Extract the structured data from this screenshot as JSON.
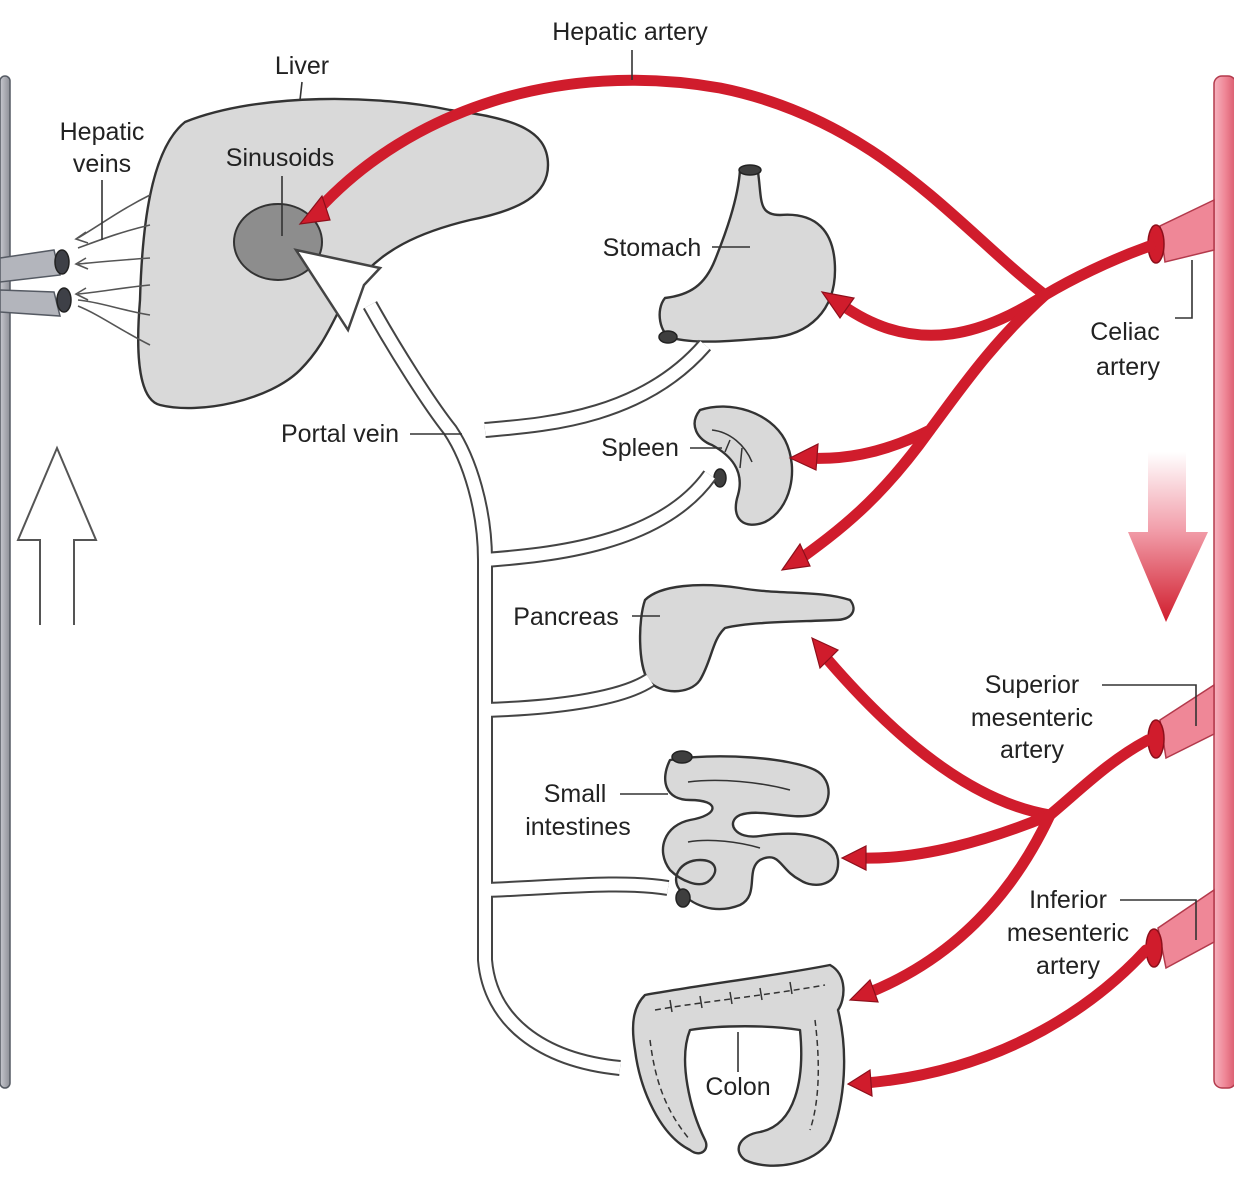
{
  "labels": {
    "hepatic_artery": "Hepatic artery",
    "liver": "Liver",
    "hepatic_veins_1": "Hepatic",
    "hepatic_veins_2": "veins",
    "sinusoids": "Sinusoids",
    "stomach": "Stomach",
    "celiac_1": "Celiac",
    "celiac_2": "artery",
    "portal_vein": "Portal vein",
    "spleen": "Spleen",
    "pancreas": "Pancreas",
    "sma_1": "Superior",
    "sma_2": "mesenteric",
    "sma_3": "artery",
    "small_int_1": "Small",
    "small_int_2": "intestines",
    "ima_1": "Inferior",
    "ima_2": "mesenteric",
    "ima_3": "artery",
    "colon": "Colon"
  },
  "colors": {
    "artery": "#d01c2c",
    "aorta": "#f08a9a",
    "vena_cava": "#9ea0a8",
    "organ_fill": "#d9d9d9",
    "sinusoid_fill": "#8d8d8d",
    "outline": "#333333"
  }
}
